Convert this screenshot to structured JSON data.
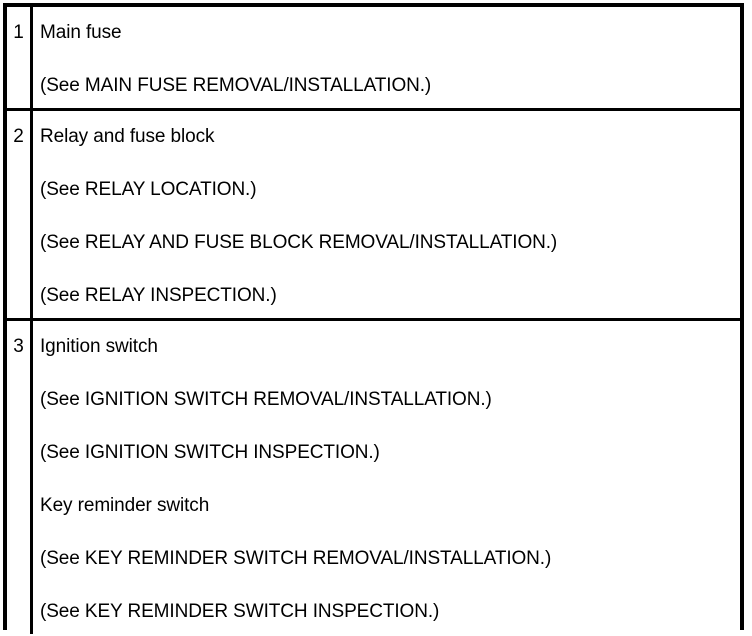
{
  "document": {
    "type": "service-manual-component-table",
    "colors": {
      "ink": "#000000",
      "paper": "#ffffff"
    },
    "columns": [
      "number",
      "description"
    ]
  },
  "table": {
    "rows": [
      {
        "number": "1",
        "lines": [
          "Main fuse",
          "(See MAIN FUSE REMOVAL/INSTALLATION.)"
        ]
      },
      {
        "number": "2",
        "lines": [
          "Relay and fuse block",
          "(See RELAY LOCATION.)",
          "(See RELAY AND FUSE BLOCK REMOVAL/INSTALLATION.)",
          "(See RELAY INSPECTION.)"
        ]
      },
      {
        "number": "3",
        "lines": [
          "Ignition switch",
          "(See IGNITION SWITCH REMOVAL/INSTALLATION.)",
          "(See IGNITION SWITCH INSPECTION.)",
          "Key reminder switch",
          "(See KEY REMINDER SWITCH REMOVAL/INSTALLATION.)",
          "(See KEY REMINDER SWITCH INSPECTION.)"
        ]
      }
    ]
  }
}
